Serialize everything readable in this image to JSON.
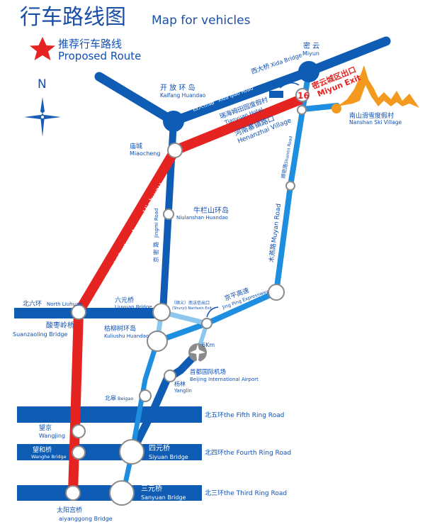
{
  "header": {
    "title_cn": "行车路线图",
    "title_en": "Map for vehicles"
  },
  "legend": {
    "icon": "red-star-icon",
    "label_cn": "推荐行车路线",
    "label_en": "Proposed Route",
    "color": "#e52421"
  },
  "compass": {
    "label": "N",
    "icon": "compass-rose-icon"
  },
  "colors": {
    "route": "#e52421",
    "dark_road": "#0f5cb5",
    "mid_road": "#1e8fe0",
    "light_road": "#8dc7ef",
    "ring": "#0f5cb5",
    "accent_orange": "#f39a1e",
    "text": "#0f50b4"
  },
  "places": {
    "miyun": {
      "cn": "密 云",
      "en": "Miyun"
    },
    "xida_bridge": {
      "cn": "西大桥",
      "en": "Xida Bridge"
    },
    "kaifang": {
      "cn": "开 放 环 岛",
      "en": "Kaifang Huandao"
    },
    "xidaqiao_road": {
      "cn": "西大桥路",
      "en": "Xida qiao Road"
    },
    "miyun_exit": {
      "cn": "密云城区出口",
      "en": "Miyun Exit",
      "number": "16"
    },
    "tianyuan": {
      "cn": "瑞海姆田园度假村",
      "en": "Tianyuan Hotel"
    },
    "nanshan": {
      "cn": "南山滑雪度假村",
      "en": "Nanshan Ski Village"
    },
    "henanzhai": {
      "cn": "河南寨镇路口",
      "en": "Henanzhai Village"
    },
    "shunmi_road": {
      "cn": "顺密路",
      "en": "Shunmi Road"
    },
    "miaocheng": {
      "cn": "庙城",
      "en": "Miaocheng"
    },
    "niulanshan": {
      "cn": "牛栏山环岛",
      "en": "Niulanshan Huandao"
    },
    "jingmi_road": {
      "cn": "京 密 路",
      "en": "Jingmi Road"
    },
    "jingcheng": {
      "cn": "京承高速",
      "en": "Jingcheng Highway"
    },
    "muyan_road": {
      "cn": "木燕路",
      "en": "Muyan Road"
    },
    "north_liuhuan": {
      "cn": "北六环",
      "en": "North Liuhuan"
    },
    "liuyuan": {
      "cn": "六元桥",
      "en": "Liuyuan Bridge"
    },
    "nanfaxin": {
      "cn": "（顺义）南法信出口",
      "en": "(Shunyi) Nanfaxin Exit"
    },
    "jingping": {
      "cn": "京平高速",
      "en": "Jing Ping Expressway"
    },
    "suanzaoling": {
      "cn": "酸枣岭桥",
      "en": "Suanzaoling Bridge"
    },
    "kuliushu": {
      "cn": "枯柳树环岛",
      "en": "Kuliushu Huandao"
    },
    "distance": "6Km",
    "airport": {
      "cn": "首都国际机场",
      "en": "Beijing International Airport"
    },
    "yanglin": {
      "cn": "杨林",
      "en": "Yanglin"
    },
    "beigao": {
      "cn": "北皋",
      "en": "Beigao"
    },
    "wangjing": {
      "cn": "望京",
      "en": "Wangjing"
    },
    "wanghe": {
      "cn": "望和桥",
      "en": "Wanghe Bridge"
    },
    "siyuan": {
      "cn": "四元桥",
      "en": "Siyuan Bridge"
    },
    "sanyuan": {
      "cn": "三元桥",
      "en": "Sanyuan Bridge"
    },
    "taiyanggong": {
      "cn": "太阳宫桥",
      "en": "aiyanggong Bridge"
    }
  },
  "rings": [
    {
      "id": "fifth",
      "label": "北五环the Fifth Ring Road"
    },
    {
      "id": "fourth",
      "label": "北四环the Fourth Ring Road"
    },
    {
      "id": "third",
      "label": "北三环the Third Ring Road"
    }
  ]
}
